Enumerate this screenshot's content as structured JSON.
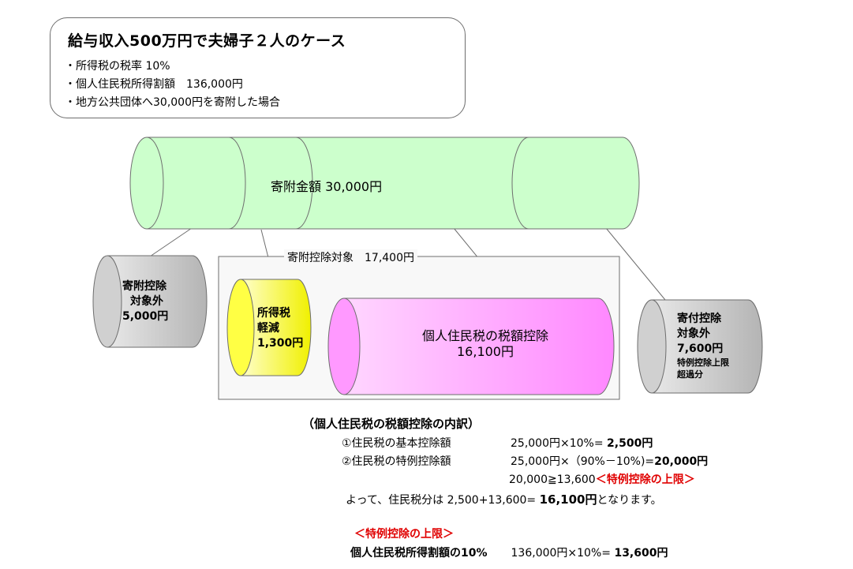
{
  "case": {
    "title": "給与収入500万円で夫婦子２人のケース",
    "lines": [
      "・所得税の税率 10%",
      "・個人住民税所得割額　136,000円",
      "・地方公共団体へ30,000円を寄附した場合"
    ]
  },
  "donation": {
    "label": "寄附金額 30,000円"
  },
  "target_box": {
    "label": "寄附控除対象　17,400円"
  },
  "not_covered_left": {
    "line1": "寄附控除",
    "line2": "対象外",
    "line3": "5,000円"
  },
  "income_tax": {
    "line1": "所得税",
    "line2": "軽減",
    "line3": "1,300円"
  },
  "resident_tax": {
    "line1": "個人住民税の税額控除",
    "line2": "16,100円"
  },
  "not_covered_right": {
    "line1": "寄付控除",
    "line2": "対象外",
    "line3": "7,600円",
    "line4": "特例控除上限",
    "line5": "超過分"
  },
  "breakdown": {
    "heading": "（個人住民税の税額控除の内訳）",
    "basic_label": "①住民税の基本控除額",
    "basic_formula": "25,000円×10%=",
    "basic_result": "2,500円",
    "special_label": "②住民税の特例控除額",
    "special_formula": "25,000円×（90%－10%)=",
    "special_result": "20,000円",
    "compare": "20,000≧13,600",
    "compare_note": "＜特例控除の上限＞",
    "summary_pre": "よって、住民税分は 2,500+13,600=",
    "summary_value": "16,100円",
    "summary_post": "となります。"
  },
  "limit": {
    "heading": "＜特例控除の上限＞",
    "label": "個人住民税所得割額の10%",
    "formula": "136,000円×10%=",
    "result": "13,600円"
  },
  "colors": {
    "green_fill": "#ccffcc",
    "gray_fill": "#c0c0c0",
    "yellow_fill": "#ffff44",
    "pink_fill": "#ff99ff",
    "outline": "#6e6e6e",
    "emphasis_red": "#e00000"
  }
}
